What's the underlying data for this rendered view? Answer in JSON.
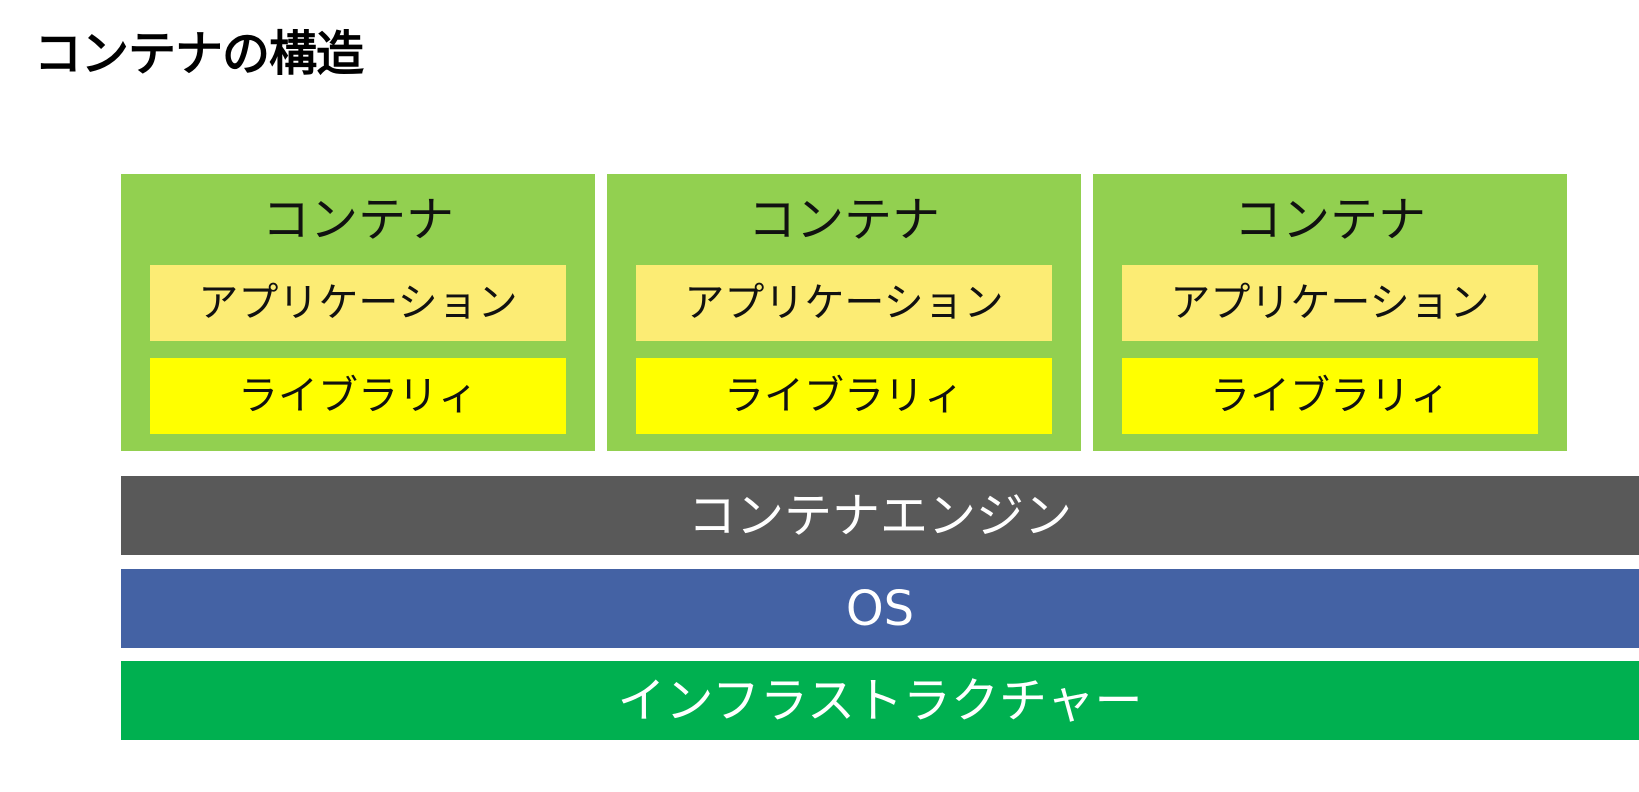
{
  "title": "コンテナの構造",
  "containers": [
    {
      "label": "コンテナ",
      "application": "アプリケーション",
      "library": "ライブラリィ"
    },
    {
      "label": "コンテナ",
      "application": "アプリケーション",
      "library": "ライブラリィ"
    },
    {
      "label": "コンテナ",
      "application": "アプリケーション",
      "library": "ライブラリィ"
    }
  ],
  "layers": {
    "engine": "コンテナエンジン",
    "os": "OS",
    "infrastructure": "インフラストラクチャー"
  },
  "colors": {
    "container": "#92d050",
    "application": "#fcec74",
    "library": "#ffff00",
    "engine": "#595959",
    "os": "#4462a4",
    "infrastructure": "#00b050"
  }
}
